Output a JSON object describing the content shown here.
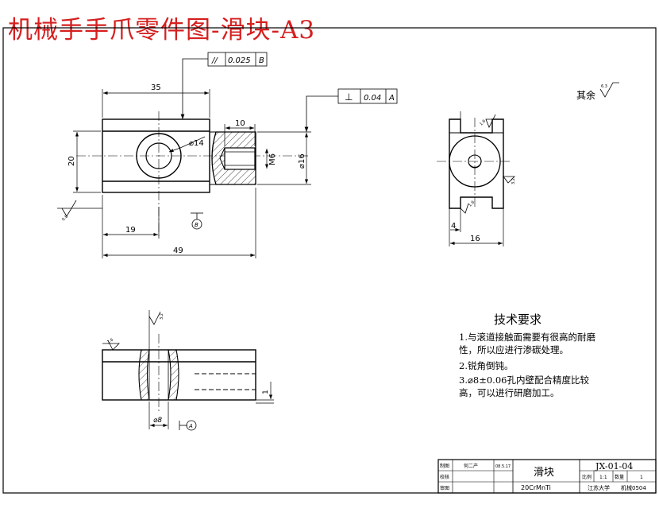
{
  "title": "机械手手爪零件图-滑块-A3",
  "gdt": {
    "parallel": {
      "symbol": "//",
      "value": "0.025",
      "datum": "B"
    },
    "perpendicular": {
      "symbol": "⊥",
      "value": "0.04",
      "datum": "A"
    }
  },
  "dims": {
    "top_width": "35",
    "left_height": "20",
    "hole_dia": "⌀14",
    "thread_depth": "10",
    "thread": "M6",
    "boss_dia": "⌀16",
    "offset": "19",
    "total_length": "49",
    "side_width": "16",
    "side_small": "4",
    "bore_dia": "⌀8",
    "chamfer": "1"
  },
  "datums": {
    "b": "B",
    "a": "A"
  },
  "roughness": {
    "rest_label": "其余",
    "rest_value": "6.3",
    "r16": "1.6",
    "r32": "3.2",
    "r08": "0.8"
  },
  "notes": {
    "heading": "技术要求",
    "items": [
      "1.与滚道接触面需要有很高的耐磨",
      "  性，所以应进行渗碳处理。",
      "2.锐角倒钝。",
      "3.⌀8±0.06孔内壁配合精度比较",
      "  高，可以进行研磨加工。"
    ]
  },
  "title_block": {
    "draw_label": "制图",
    "drawer": "何二产",
    "date": "08.5.17",
    "check_label": "校核",
    "review_label": "审图",
    "part_name": "滑块",
    "material": "20CrMnTi",
    "drawing_no": "JX-01-04",
    "scale_label": "比例",
    "scale": "1:1",
    "qty_label": "数量",
    "qty": "1",
    "school": "江苏大学",
    "class": "机械0504"
  }
}
